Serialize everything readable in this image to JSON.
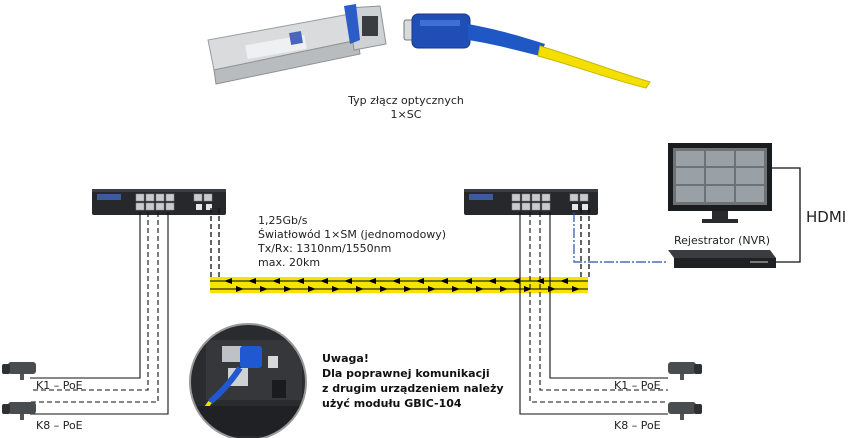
{
  "connector": {
    "caption_line1": "Typ złącz optycznych",
    "caption_line2": "1×SC"
  },
  "link": {
    "speed": "1,25Gb/s",
    "fiber": "Światłowód 1×SM (jednomodowy)",
    "wavelength": "Tx/Rx: 1310nm/1550nm",
    "distance": "max. 20km"
  },
  "cameras": {
    "left_top": "K1 – PoE",
    "left_bottom": "K8 – PoE",
    "right_top": "K1 – PoE",
    "right_bottom": "K8 – PoE"
  },
  "nvr": {
    "label": "Rejestrator (NVR)",
    "cable": "HDMI"
  },
  "note": {
    "line1": "Uwaga!",
    "line2": "Dla poprawnej komunikacji",
    "line3": "z drugim urządzeniem należy",
    "line4": "użyć modułu GBIC-104"
  },
  "colors": {
    "fiber_yellow": "#f5e400",
    "sc_blue": "#1f4fb5",
    "switch_body": "#26282b",
    "video_line": "#2a4fa0"
  }
}
